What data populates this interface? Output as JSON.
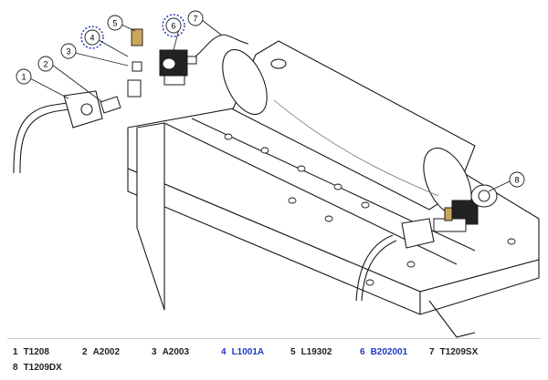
{
  "callouts": [
    {
      "number": "1",
      "highlighted": false
    },
    {
      "number": "2",
      "highlighted": false
    },
    {
      "number": "3",
      "highlighted": false
    },
    {
      "number": "4",
      "highlighted": true
    },
    {
      "number": "5",
      "highlighted": false
    },
    {
      "number": "6",
      "highlighted": true
    },
    {
      "number": "7",
      "highlighted": false
    },
    {
      "number": "8",
      "highlighted": false
    }
  ],
  "parts": [
    {
      "number": "1",
      "code": "T1208",
      "highlighted": false
    },
    {
      "number": "2",
      "code": "A2002",
      "highlighted": false
    },
    {
      "number": "3",
      "code": "A2003",
      "highlighted": false
    },
    {
      "number": "4",
      "code": "L1001A",
      "highlighted": true
    },
    {
      "number": "5",
      "code": "L19302",
      "highlighted": false
    },
    {
      "number": "6",
      "code": "B202001",
      "highlighted": true
    },
    {
      "number": "7",
      "code": "T1209SX",
      "highlighted": false
    },
    {
      "number": "8",
      "code": "T1209DX",
      "highlighted": false
    }
  ],
  "colors": {
    "line": "#1a1a1a",
    "highlight": "#1f39c4"
  }
}
